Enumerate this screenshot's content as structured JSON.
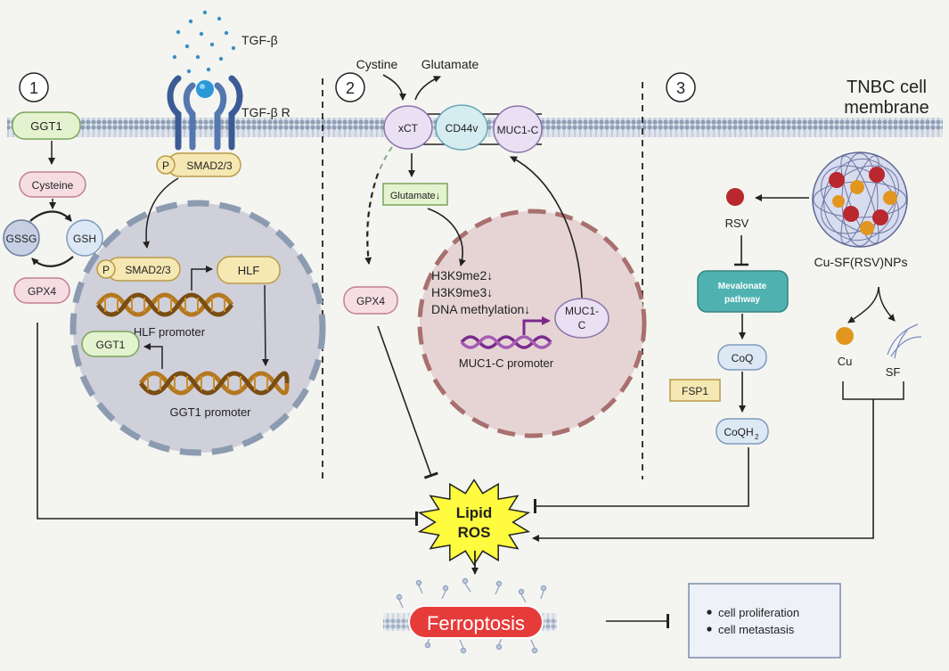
{
  "sections": {
    "one": {
      "number": "1"
    },
    "two": {
      "number": "2"
    },
    "three": {
      "number": "3"
    }
  },
  "membrane_label": {
    "line1": "TNBC cell",
    "line2": "membrane"
  },
  "panel1": {
    "ggt1_top": "GGT1",
    "cysteine": "Cysteine",
    "gssg": "GSSG",
    "gsh": "GSH",
    "gpx4": "GPX4",
    "tgfb": "TGF-β",
    "tgfb_receptor": "TGF-β R",
    "p_membrane": "P",
    "smad_membrane": "SMAD2/3",
    "p_nucleus": "P",
    "smad_nucleus": "SMAD2/3",
    "hlf": "HLF",
    "hlf_promoter": "HLF promoter",
    "ggt1_nucleus": "GGT1",
    "ggt1_promoter": "GGT1 promoter"
  },
  "panel2": {
    "cystine": "Cystine",
    "glutamate": "Glutamate",
    "xct": "xCT",
    "cd44v": "CD44v",
    "muc1c_membrane": "MUC1-C",
    "glutamate_down": "Glutamate↓",
    "gpx4": "GPX4",
    "h3k9me2": "H3K9me2↓",
    "h3k9me3": "H3K9me3↓",
    "dna_methylation": "DNA methylation↓",
    "muc1c_nucleus_line1": "MUC1-",
    "muc1c_nucleus_line2": "C",
    "muc1c_promoter": "MUC1-C promoter"
  },
  "panel3": {
    "rsv": "RSV",
    "nanoparticle": "Cu-SF(RSV)NPs",
    "mevalonate_line1": "Mevalonate",
    "mevalonate_line2": "pathway",
    "coq": "CoQ",
    "fsp1": "FSP1",
    "coqh2": "CoQH",
    "coqh2_sub": "2",
    "cu": "Cu",
    "sf": "SF"
  },
  "bottom": {
    "lipid_ros_line1": "Lipid",
    "lipid_ros_line2": "ROS",
    "ferroptosis": "Ferroptosis",
    "outcome1": "cell proliferation",
    "outcome2": "cell metastasis"
  },
  "colors": {
    "background": "#f4f5f1",
    "membrane": "#8e9fb6",
    "nucleus_fill": "#cfd0da",
    "nucleus_border": "#8d9bb1",
    "nucleus2_fill": "#e6d4d4",
    "nucleus2_border": "#a8706e",
    "green_box": "#e4f3cf",
    "pink_box": "#f6dde3",
    "blue_box": "#dde8f5",
    "purple_box": "#e9e0f4",
    "tan_box": "#f6e8b3",
    "teal_box": "#4fb2b0",
    "ferroptosis_red": "#e53c3a",
    "lipid_ros_yellow": "#fffb3e"
  }
}
